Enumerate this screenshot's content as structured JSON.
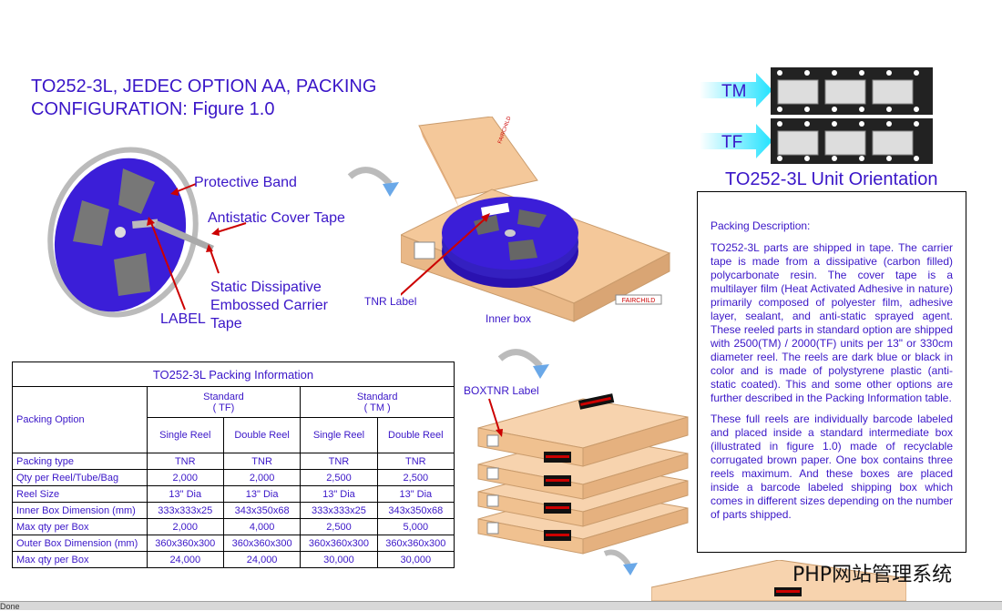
{
  "title": "TO252-3L, JEDEC OPTION AA, PACKING CONFIGURATION: Figure 1.0",
  "reel_labels": {
    "protective_band": "Protective Band",
    "antistatic_cover_tape": "Antistatic Cover Tape",
    "static_dissipative_1": "Static Dissipative",
    "static_dissipative_2": "Embossed Carrier",
    "static_dissipative_3": "Tape",
    "label": "LABEL"
  },
  "box_labels": {
    "tnr_label": "TNR Label",
    "inner_box": "Inner box",
    "boxtnr_label": "BOXTNR Label",
    "brand": "FAIRCHILD"
  },
  "orientation": {
    "title": "TO252-3L Unit Orientation",
    "tm": "TM",
    "tf": "TF"
  },
  "table": {
    "caption": "TO252-3L Packing Information",
    "option_header": "Packing Option",
    "group_tf": "Standard",
    "group_tf_sub": "( TF)",
    "group_tm": "Standard",
    "group_tm_sub": "( TM )",
    "sub_headers": [
      "Single Reel",
      "Double Reel",
      "Single Reel",
      "Double Reel"
    ],
    "rows": [
      {
        "label": "Packing type",
        "values": [
          "TNR",
          "TNR",
          "TNR",
          "TNR"
        ]
      },
      {
        "label": "Qty per Reel/Tube/Bag",
        "values": [
          "2,000",
          "2,000",
          "2,500",
          "2,500"
        ]
      },
      {
        "label": "Reel Size",
        "values": [
          "13\" Dia",
          "13\" Dia",
          "13\" Dia",
          "13\" Dia"
        ]
      },
      {
        "label": "Inner Box Dimension (mm)",
        "values": [
          "333x333x25",
          "343x350x68",
          "333x333x25",
          "343x350x68"
        ]
      },
      {
        "label": "Max qty per Box",
        "values": [
          "2,000",
          "4,000",
          "2,500",
          "5,000"
        ]
      },
      {
        "label": "Outer Box Dimension (mm)",
        "values": [
          "360x360x300",
          "360x360x300",
          "360x360x300",
          "360x360x300"
        ]
      },
      {
        "label": "Max qty per Box",
        "values": [
          "24,000",
          "24,000",
          "30,000",
          "30,000"
        ]
      }
    ]
  },
  "description": {
    "heading": "Packing Description:",
    "p1": "TO252-3L parts are shipped in tape. The carrier tape is made from a dissipative (carbon filled) polycarbonate resin. The cover tape is a multilayer film (Heat Activated Adhesive in nature) primarily composed of polyester film, adhesive layer, sealant, and anti-static sprayed agent. These reeled parts in standard option are shipped with 2500(TM) / 2000(TF) units per 13\" or 330cm diameter reel. The reels are dark blue or black in color and is made of polystyrene plastic (anti-static coated). This and some other options are further described in the Packing Information table.",
    "p2": "These full reels are individually barcode labeled and placed inside a standard intermediate box (illustrated in figure 1.0) made of recyclable corrugated brown paper. One box contains three reels maximum. And these boxes are placed inside a barcode labeled shipping box which comes in different sizes depending on the number of parts shipped."
  },
  "watermark": "PHP网站管理系统",
  "status": "Done",
  "colors": {
    "text": "#3a16c8",
    "box": "#f4c89a",
    "reel": "#3b1ed8",
    "arrow": "#cc0000"
  }
}
